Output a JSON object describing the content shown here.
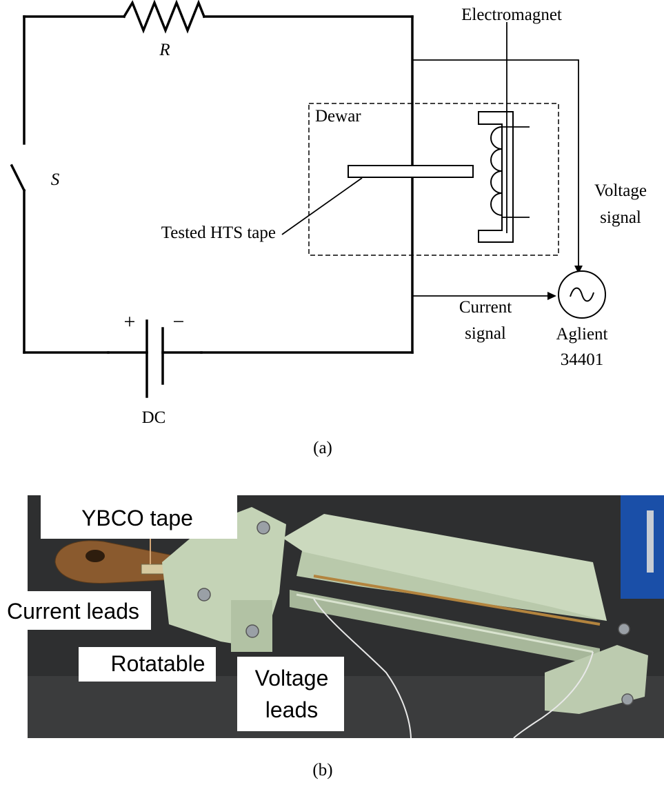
{
  "panel_a": {
    "resistor_label": "R",
    "switch_label": "S",
    "dc_label": "DC",
    "plus_sign": "+",
    "minus_sign": "−",
    "electromagnet_label": "Electromagnet",
    "dewar_label": "Dewar",
    "tape_label": "Tested HTS tape",
    "voltage_signal_line1": "Voltage",
    "voltage_signal_line2": "signal",
    "current_signal_line1": "Current",
    "current_signal_line2": "signal",
    "meter_line1": "Aglient",
    "meter_line2": "34401",
    "caption": "(a)"
  },
  "panel_b": {
    "label_ybco": "YBCO tape",
    "label_current_leads": "Current leads",
    "label_rotatable": "Rotatable",
    "label_voltage_line1": "Voltage",
    "label_voltage_line2": "leads",
    "caption": "(b)"
  },
  "colors": {
    "photo_background": "#2e2f30",
    "holder_green": "#c8d6bc",
    "copper": "#8a5a2e",
    "blue_frame": "#1a4fa8"
  }
}
